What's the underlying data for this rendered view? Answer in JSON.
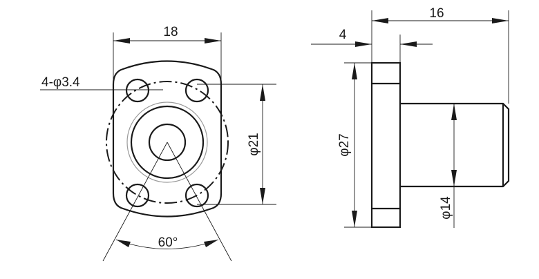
{
  "front_view": {
    "dim_width": "18",
    "dim_holes": "4-φ3.4",
    "dim_pcd": "φ21",
    "dim_angle": "60°"
  },
  "side_view": {
    "dim_length": "16",
    "dim_flange": "4",
    "dim_flange_dia": "φ27",
    "dim_shaft_dia": "φ14"
  }
}
